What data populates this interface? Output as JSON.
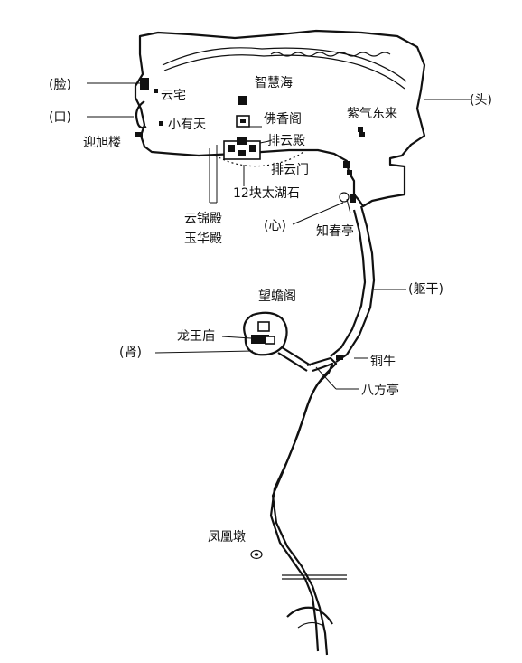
{
  "labels": {
    "face": "(脸)",
    "mouth": "(口)",
    "head": "(头)",
    "heart": "(心)",
    "torso": "(躯干)",
    "kidney": "(肾)",
    "yingxu_lou": "迎旭楼",
    "yun_zhai": "云宅",
    "xiao_you_tian": "小有天",
    "zhihui_hai": "智慧海",
    "foxiang_ge": "佛香阁",
    "paiyun_dian": "排云殿",
    "paiyun_men": "排云门",
    "taihu_stones": "12块太湖石",
    "yunjin_dian": "云锦殿",
    "yuhua_dian": "玉华殿",
    "ziqi_donglai": "紫气东来",
    "zhichun_ting": "知春亭",
    "wangchan_ge": "望蟾阁",
    "longwang_miao": "龙王庙",
    "tong_niu": "铜牛",
    "bafang_ting": "八方亭",
    "fenghuang_dun": "凤凰墩"
  }
}
